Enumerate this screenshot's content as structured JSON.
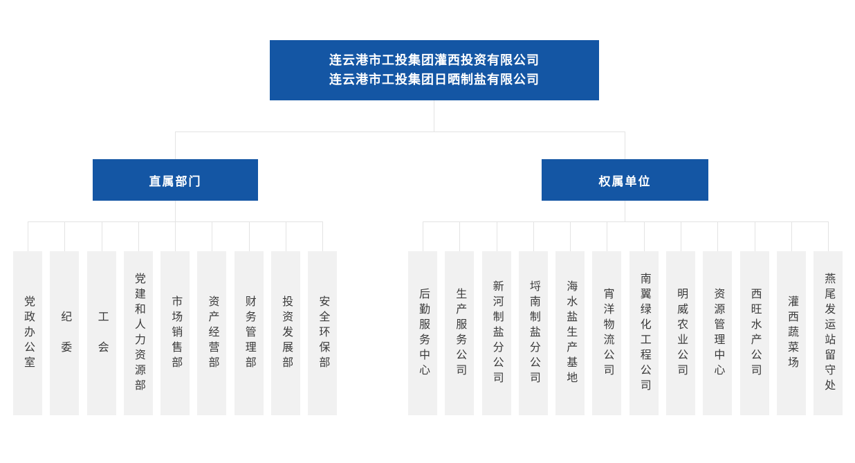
{
  "root": {
    "line1": "连云港市工投集团灌西投资有限公司",
    "line2": "连云港市工投集团日晒制盐有限公司"
  },
  "branches": [
    {
      "label": "直属部门",
      "items": [
        "党政办公室",
        "纪　委",
        "工　会",
        "党建和人力资源部",
        "市场销售部",
        "资产经营部",
        "财务管理部",
        "投资发展部",
        "安全环保部"
      ]
    },
    {
      "label": "权属单位",
      "items": [
        "后勤服务中心",
        "生产服务公司",
        "新河制盐分公司",
        "埒南制盐分公司",
        "海水盐生产基地",
        "宵洋物流公司",
        "南翼绿化工程公司",
        "明威农业公司",
        "资源管理中心",
        "西旺水产公司",
        "灌西蔬菜场",
        "燕尾发运站留守处"
      ]
    }
  ],
  "colors": {
    "primary_blue": "#1456a4",
    "child_box_bg": "#f1f1f1",
    "connector_line": "#e3e3e3",
    "child_text": "#3a3a3a"
  }
}
